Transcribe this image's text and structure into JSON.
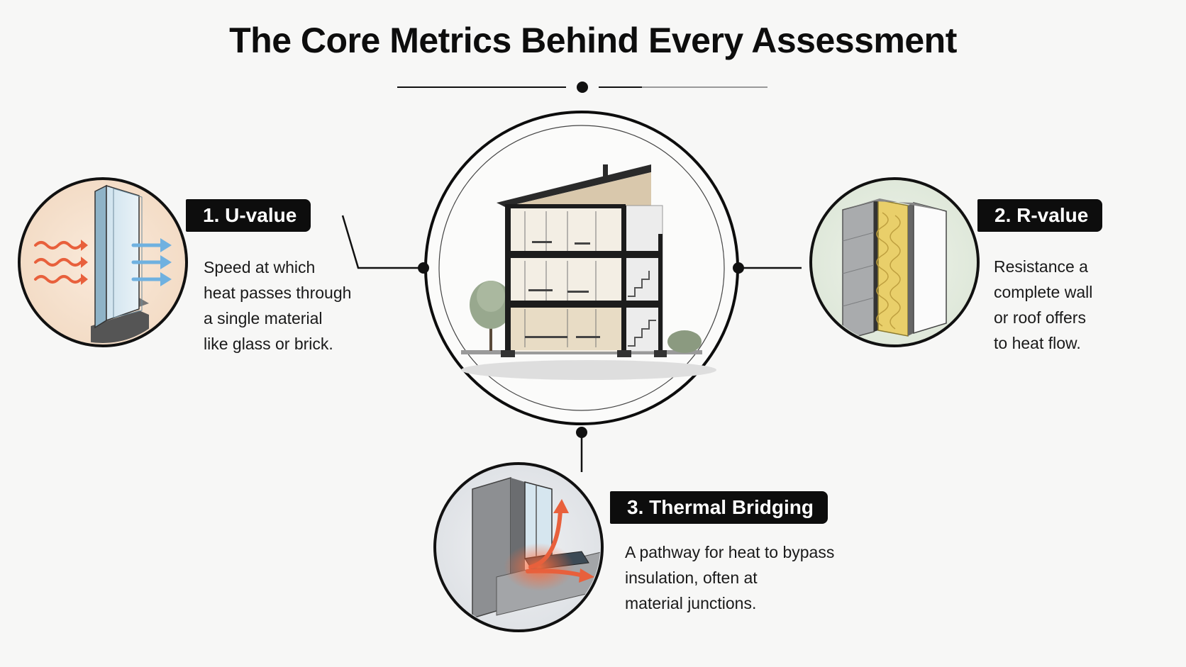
{
  "title": "The Core Metrics Behind Every Assessment",
  "metrics": [
    {
      "label": "1. U-value",
      "description": [
        "Speed at which",
        "heat passes through",
        "a single material",
        "like glass or brick."
      ]
    },
    {
      "label": "2. R-value",
      "description": [
        "Resistance a",
        "complete wall",
        "or roof offers",
        "to heat flow."
      ]
    },
    {
      "label": "3. Thermal Bridging",
      "description": [
        "A pathway for heat to bypass",
        "insulation, often at",
        "material junctions."
      ]
    }
  ],
  "icons": {
    "center": "building-section-icon",
    "metric_1": "window-glazing-heat-flow-icon",
    "metric_2": "wall-insulation-layers-icon",
    "metric_3": "thermal-bridge-junction-icon"
  },
  "colors": {
    "ink": "#0d0d0d",
    "background": "#f7f7f6",
    "heat_warm": "#e8603c",
    "heat_cool": "#6fb1e0",
    "insulation": "#e9cf6a"
  }
}
